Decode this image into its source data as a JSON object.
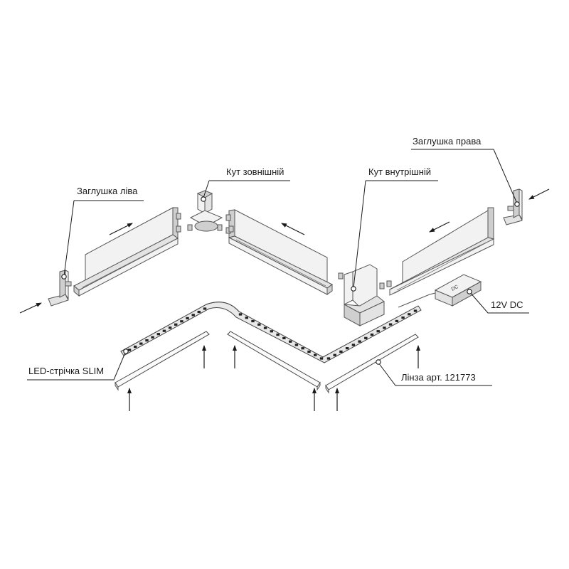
{
  "labels": {
    "end_cap_left": "Заглушка ліва",
    "end_cap_right": "Заглушка права",
    "outer_corner": "Кут зовнішній",
    "inner_corner": "Кут внутрішній",
    "power": "12V DC",
    "led_strip": "LED-стрічка SLIM",
    "lens": "Лінза арт. 121773"
  },
  "driver_marking": "DC"
}
